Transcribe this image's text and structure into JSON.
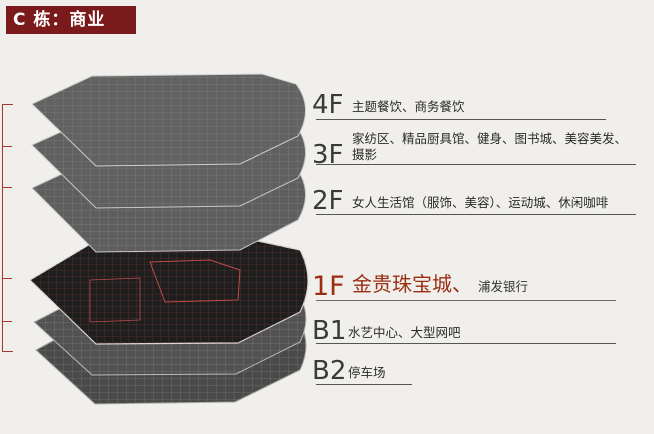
{
  "header": {
    "title": "C 栋：商业"
  },
  "floors": [
    {
      "code": "4F",
      "desc": "主题餐饮、商务餐饮"
    },
    {
      "code": "3F",
      "desc_line1": "家纺区、精品厨具馆、健身、图书城、美容美发、",
      "desc_line2": "摄影"
    },
    {
      "code": "2F",
      "desc": "女人生活馆（服饰、美容）、运动城、休闲咖啡"
    },
    {
      "code": "1F",
      "desc_main": "金贵珠宝城、",
      "desc_sub": "浦发银行"
    },
    {
      "code": "B1",
      "desc": "水艺中心、大型网吧"
    },
    {
      "code": "B2",
      "desc": "停车场"
    }
  ],
  "colors": {
    "accent": "#7a1a1a",
    "highlight_text": "#9a2e12",
    "plan_dark": "#3b3b3b",
    "plan_mid": "#5a5a5a"
  }
}
